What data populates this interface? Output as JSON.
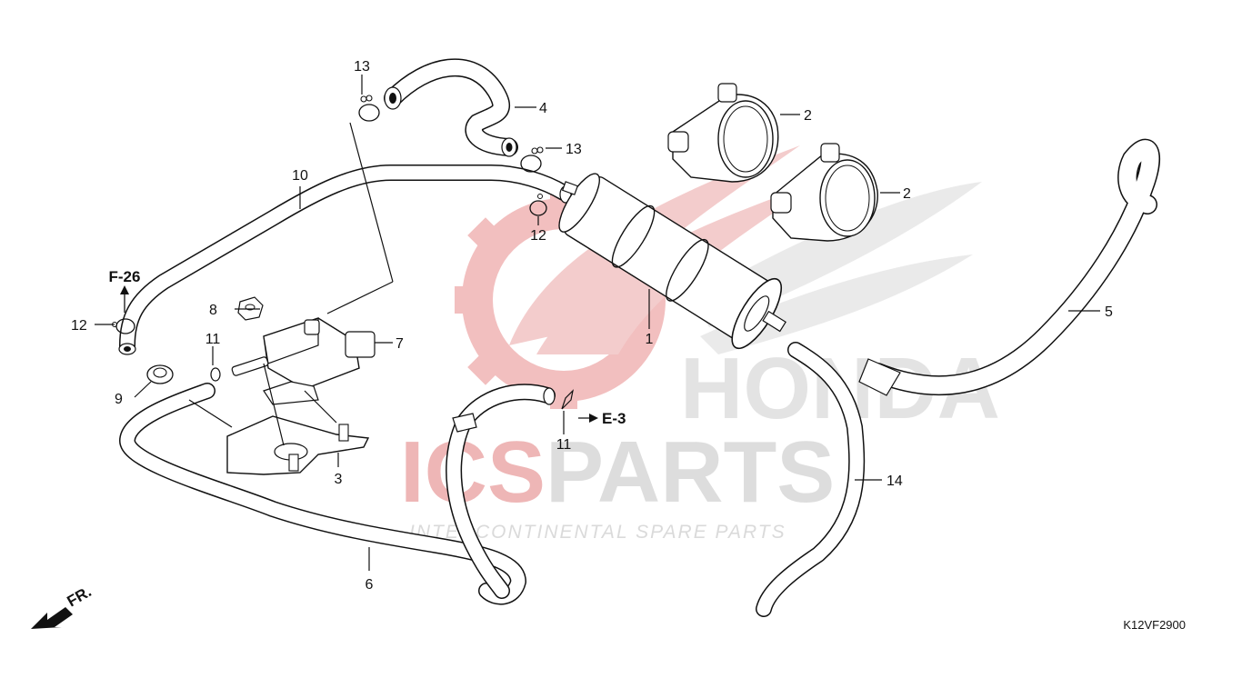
{
  "diagram": {
    "code": "K12VF2900",
    "direction_label": "FR.",
    "references": [
      {
        "id": "ref-f26",
        "label": "F-26"
      },
      {
        "id": "ref-e3",
        "label": "E-3"
      }
    ],
    "callouts": [
      {
        "id": "c1",
        "label": "1"
      },
      {
        "id": "c2a",
        "label": "2"
      },
      {
        "id": "c2b",
        "label": "2"
      },
      {
        "id": "c3",
        "label": "3"
      },
      {
        "id": "c4",
        "label": "4"
      },
      {
        "id": "c5",
        "label": "5"
      },
      {
        "id": "c6",
        "label": "6"
      },
      {
        "id": "c7",
        "label": "7"
      },
      {
        "id": "c8",
        "label": "8"
      },
      {
        "id": "c9",
        "label": "9"
      },
      {
        "id": "c10",
        "label": "10"
      },
      {
        "id": "c11a",
        "label": "11"
      },
      {
        "id": "c11b",
        "label": "11"
      },
      {
        "id": "c12a",
        "label": "12"
      },
      {
        "id": "c12b",
        "label": "12"
      },
      {
        "id": "c13a",
        "label": "13"
      },
      {
        "id": "c13b",
        "label": "13"
      },
      {
        "id": "c14",
        "label": "14"
      }
    ]
  },
  "watermark": {
    "brand_part1": "ICS",
    "brand_part2": "PARTS",
    "tagline": "INTERCONTINENTAL SPARE PARTS",
    "maker": "HONDA",
    "color_red": "#e8a0a0",
    "color_gray": "#d6d6d6"
  }
}
